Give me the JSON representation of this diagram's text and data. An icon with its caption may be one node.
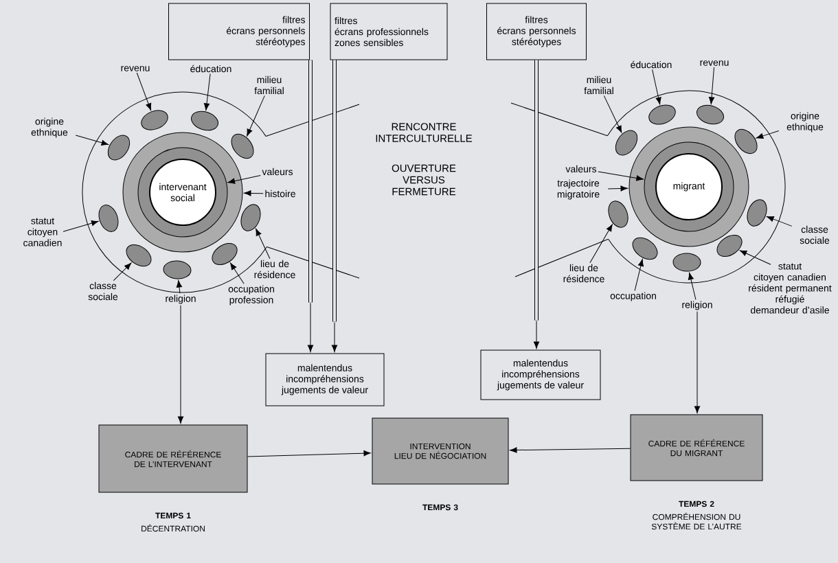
{
  "diagram": {
    "nodes": [
      {
        "text": [
          "filtres",
          "écrans personnels",
          "stéréotypes"
        ]
      },
      {
        "text": [
          "filtres",
          "écrans professionnels",
          "zones sensibles"
        ]
      },
      {
        "text": [
          "filtres",
          "écrans personnels",
          "stéréotypes"
        ]
      },
      {
        "text": [],
        "shape": "circle"
      },
      {
        "text": [],
        "shape": "circle",
        "in": 3
      },
      {
        "text": [],
        "shape": "circle",
        "in": 4
      },
      {
        "text": [
          "intervenant social"
        ],
        "in": 5
      },
      {
        "text": [],
        "shape": "ellipse",
        "in": 3
      },
      {
        "text": [],
        "shape": "ellipse",
        "in": 3
      },
      {
        "text": [],
        "shape": "ellipse",
        "in": 3
      },
      {
        "text": [],
        "shape": "ellipse",
        "in": 3
      },
      {
        "text": [],
        "shape": "ellipse",
        "in": 3
      },
      {
        "text": [],
        "shape": "ellipse",
        "in": 3
      },
      {
        "text": [],
        "shape": "ellipse",
        "in": 3
      },
      {
        "text": [],
        "shape": "ellipse",
        "in": 3
      },
      {
        "text": [],
        "shape": "ellipse",
        "in": 3
      },
      {
        "text": [
          "revenu"
        ]
      },
      {
        "text": [
          "éducation"
        ]
      },
      {
        "text": [
          "milieu familial"
        ]
      },
      {
        "text": [
          "origine ethnique"
        ]
      },
      {
        "text": [
          "valeurs"
        ]
      },
      {
        "text": [
          "histoire"
        ]
      },
      {
        "text": [
          "statut",
          "citoyen canadien"
        ]
      },
      {
        "text": [
          "lieu de résidence"
        ]
      },
      {
        "text": [
          "classe sociale"
        ]
      },
      {
        "text": [
          "religion"
        ]
      },
      {
        "text": [
          "occupation profession"
        ]
      },
      {
        "text": [],
        "shape": "circle"
      },
      {
        "text": [],
        "shape": "circle",
        "in": 27
      },
      {
        "text": [],
        "shape": "circle",
        "in": 28
      },
      {
        "text": [
          "migrant"
        ],
        "in": 29
      },
      {
        "text": [],
        "shape": "ellipse",
        "in": 27
      },
      {
        "text": [],
        "shape": "ellipse",
        "in": 27
      },
      {
        "text": [],
        "shape": "ellipse",
        "in": 27
      },
      {
        "text": [],
        "shape": "ellipse",
        "in": 27
      },
      {
        "text": [],
        "shape": "ellipse",
        "in": 27
      },
      {
        "text": [],
        "shape": "ellipse",
        "in": 27
      },
      {
        "text": [],
        "shape": "ellipse",
        "in": 27
      },
      {
        "text": [],
        "shape": "ellipse",
        "in": 27
      },
      {
        "text": [],
        "shape": "ellipse",
        "in": 27
      },
      {
        "text": [
          "éducation"
        ]
      },
      {
        "text": [
          "revenu"
        ]
      },
      {
        "text": [
          "milieu familial"
        ]
      },
      {
        "text": [
          "origine ethnique"
        ]
      },
      {
        "text": [
          "valeurs"
        ]
      },
      {
        "text": [
          "trajectoire migratoire"
        ]
      },
      {
        "text": [
          "classe sociale"
        ]
      },
      {
        "text": [
          "lieu de résidence"
        ]
      },
      {
        "text": [
          "statut",
          "citoyen canadien",
          "résident permanent",
          "réfugié",
          "demandeur d’asile"
        ]
      },
      {
        "text": [
          "occupation"
        ]
      },
      {
        "text": [
          "religion"
        ]
      },
      {
        "text": [
          "malentendus",
          "incompréhensions",
          "jugements de valeur"
        ]
      },
      {
        "text": [
          "malentendus",
          "incompréhensions",
          "jugements de valeur"
        ]
      },
      {
        "text": [
          "CADRE DE RÉFÉRENCE DE L’INTERVENANT"
        ],
        "beside": [
          "TEMPS 1",
          "DÉCENTRATION"
        ]
      },
      {
        "text": [
          "INTERVENTION",
          "LIEU DE NÉGOCIATION"
        ],
        "beside": [
          "TEMPS 3"
        ]
      },
      {
        "text": [
          "CADRE DE RÉFÉRENCE DU MIGRANT"
        ],
        "beside": [
          "TEMPS 2",
          "COMPRÉHENSION DU SYSTÈME DE L’AUTRE"
        ]
      }
    ],
    "edges": [
      {
        "from": 16,
        "to": 7,
        "arrow": "to"
      },
      {
        "from": 17,
        "to": 8,
        "arrow": "to"
      },
      {
        "from": 18,
        "to": 10,
        "arrow": "to"
      },
      {
        "from": 19,
        "to": 9,
        "arrow": "to"
      },
      {
        "from": 20,
        "to": 5,
        "arrow": "to"
      },
      {
        "from": 21,
        "to": 4,
        "arrow": "to"
      },
      {
        "from": 22,
        "to": 11,
        "arrow": "to"
      },
      {
        "from": 23,
        "to": 12,
        "arrow": "to"
      },
      {
        "from": 24,
        "to": 13,
        "arrow": "to"
      },
      {
        "from": 25,
        "to": 15,
        "arrow": "to"
      },
      {
        "from": 26,
        "to": 14,
        "arrow": "to"
      },
      {
        "from": 40,
        "to": 31,
        "arrow": "to"
      },
      {
        "from": 41,
        "to": 32,
        "arrow": "to"
      },
      {
        "from": 42,
        "to": 33,
        "arrow": "to"
      },
      {
        "from": 43,
        "to": 34,
        "arrow": "to"
      },
      {
        "from": 44,
        "to": 29,
        "arrow": "to"
      },
      {
        "from": 45,
        "to": 28,
        "arrow": "to"
      },
      {
        "from": 46,
        "to": 36,
        "arrow": "to"
      },
      {
        "from": 47,
        "to": 35,
        "arrow": "to"
      },
      {
        "from": 48,
        "to": 38,
        "arrow": "to"
      },
      {
        "from": 49,
        "to": 37,
        "arrow": "to"
      },
      {
        "from": 50,
        "to": 39,
        "arrow": "to"
      },
      {
        "from": 0,
        "to": 51,
        "arrow": "to",
        "style": "thick"
      },
      {
        "from": 1,
        "to": 51,
        "arrow": "to",
        "style": "thick"
      },
      {
        "from": 2,
        "to": 52,
        "arrow": "to",
        "style": "thick"
      },
      {
        "from": 25,
        "to": 53,
        "arrow": "to"
      },
      {
        "from": 50,
        "to": 55,
        "arrow": "to"
      },
      {
        "from": 53,
        "to": 54,
        "arrow": "to"
      },
      {
        "from": 55,
        "to": 54,
        "arrow": "to"
      }
    ],
    "labels": [
      "RENCONTRE INTERCULTURELLE",
      "OUVERTURE VERSUS FERMETURE"
    ]
  }
}
